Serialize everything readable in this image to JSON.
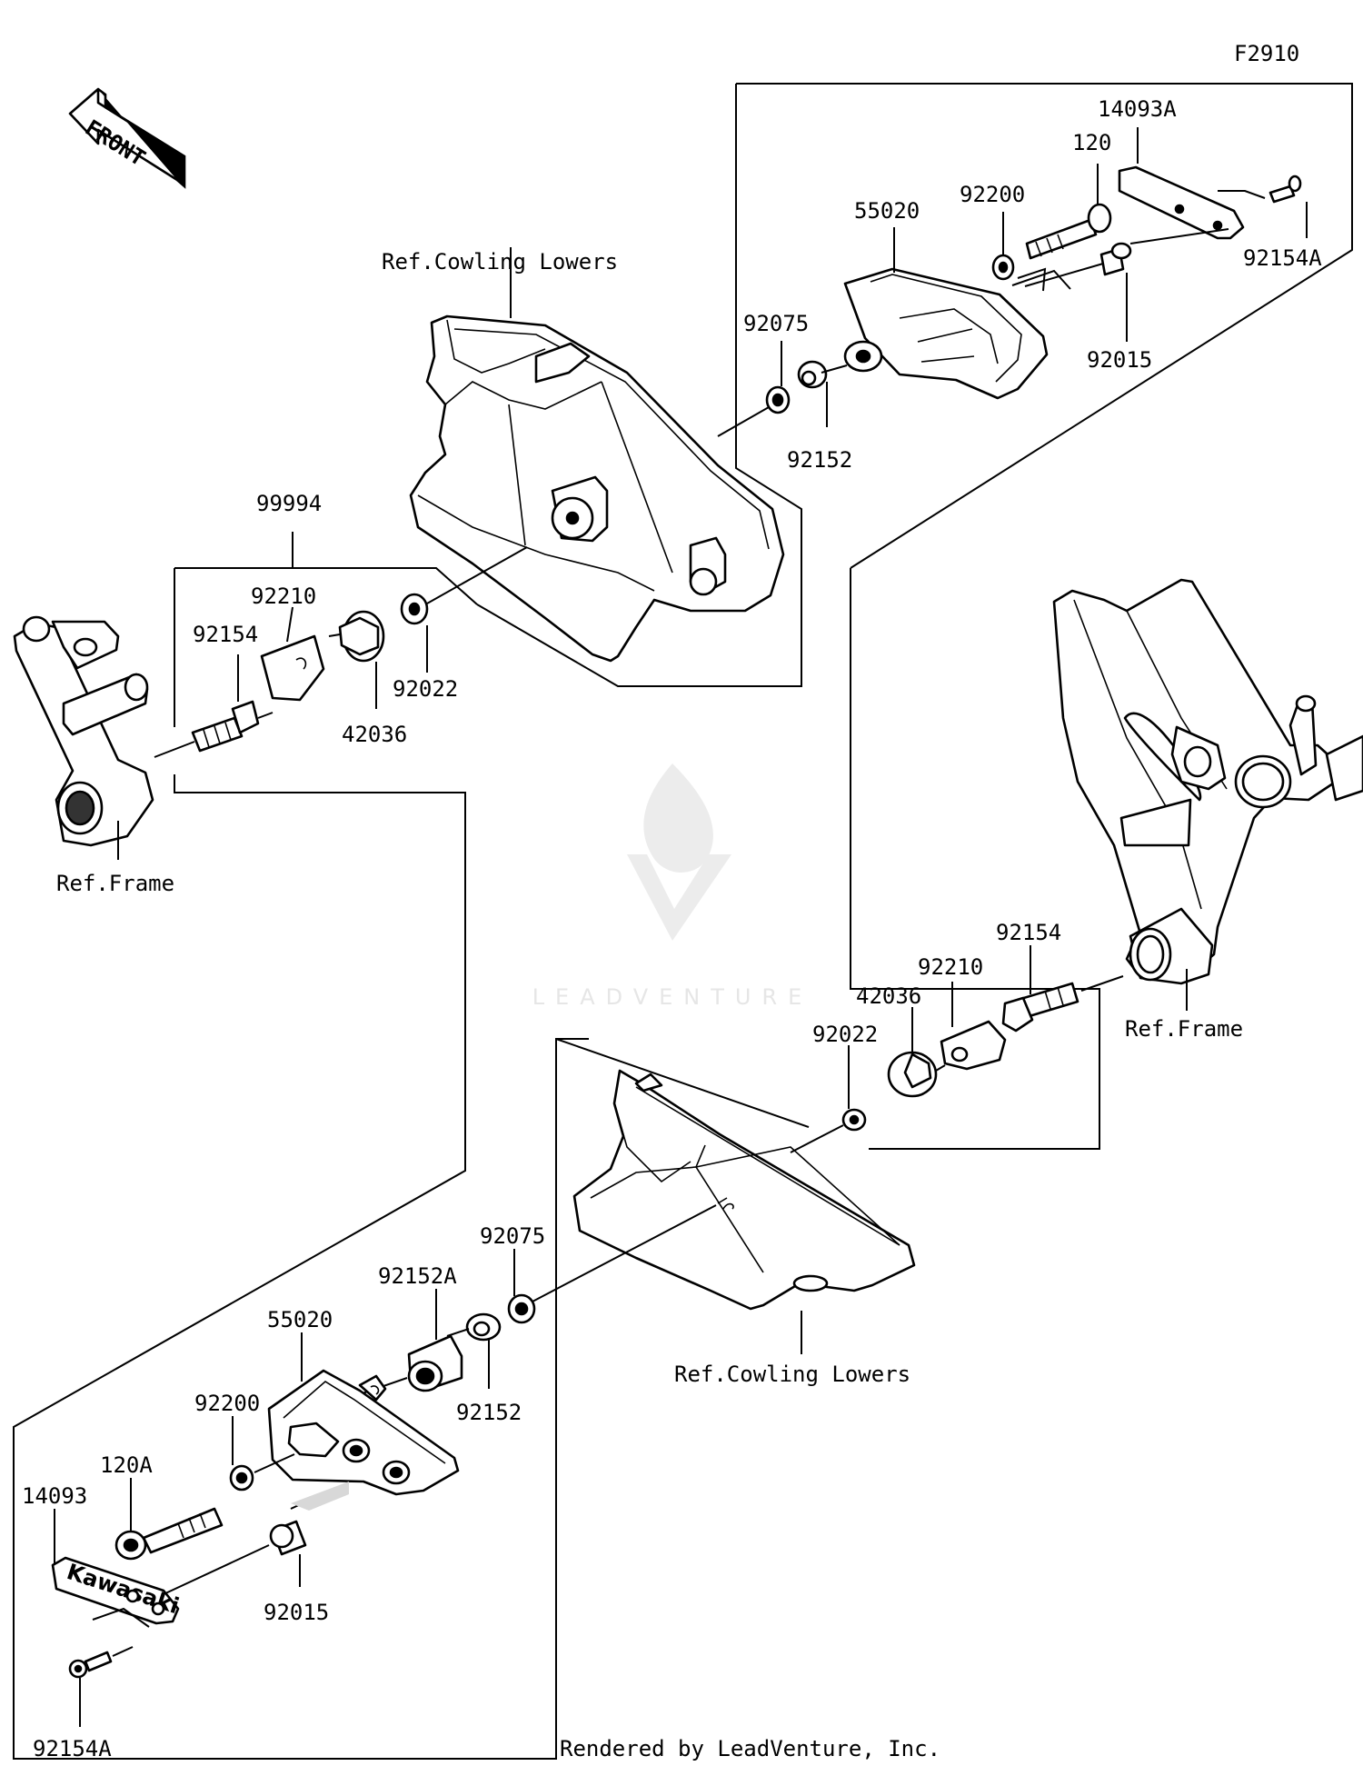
{
  "figure_code": "F2910",
  "front_label": "FRONT",
  "watermark": "LEADVENTURE",
  "footer": "Rendered by LeadVenture, Inc.",
  "labels": {
    "p14093A": "14093A",
    "p120": "120",
    "p92200_top": "92200",
    "p55020_top": "55020",
    "p92154A_top": "92154A",
    "p92075_top": "92075",
    "p92015_top": "92015",
    "p92152_top": "92152",
    "ref_cowling_top": "Ref.Cowling Lowers",
    "p99994": "99994",
    "p92210_left": "92210",
    "p92154_left": "92154",
    "p42036_left": "42036",
    "p92022_left": "92022",
    "ref_frame_left": "Ref.Frame",
    "p92154_right": "92154",
    "p92210_right": "92210",
    "p42036_right": "42036",
    "p92022_right": "92022",
    "ref_frame_right": "Ref.Frame",
    "p92075_bottom": "92075",
    "p92152A": "92152A",
    "p55020_bottom": "55020",
    "p92200_bottom": "92200",
    "p120A": "120A",
    "p14093": "14093",
    "p92152_bottom": "92152",
    "p92015_bottom": "92015",
    "p92154A_bottom": "92154A",
    "ref_cowling_bottom": "Ref.Cowling Lowers"
  },
  "logo_text": "Kawasaki"
}
